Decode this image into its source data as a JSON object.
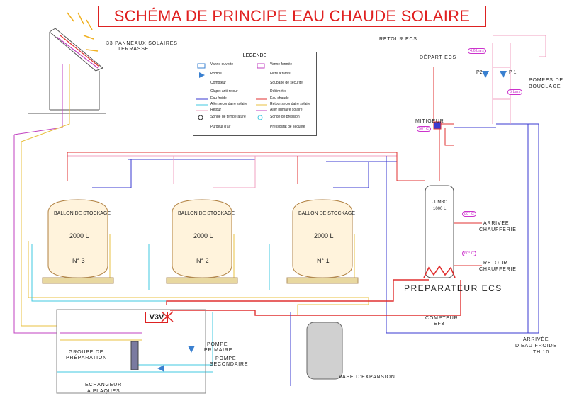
{
  "title": "SCHÉMA DE PRINCIPE EAU CHAUDE SOLAIRE",
  "labels": {
    "panels": "33 PANNEAUX SOLAIRES\nTERRASSE",
    "panels_l1": "33 PANNEAUX SOLAIRES",
    "panels_l2": "TERRASSE",
    "retour_ecs": "RETOUR ECS",
    "depart_ecs": "DÉPART ECS",
    "mitigeur": "MITIGEUR",
    "mitigeur_temp": "50° C",
    "pompes_bouclage_l1": "POMPES DE",
    "pompes_bouclage_l2": "BOUCLAGE",
    "p1": "P 1",
    "p2": "P2",
    "bars_46": "4.6 bars",
    "bars_5": "5 bars",
    "jumbo": "JUMBO",
    "jumbo_cap": "1000 L",
    "arrivee_chaufferie_l1": "ARRIVÉE",
    "arrivee_chaufferie_l2": "CHAUFFERIE",
    "retour_chaufferie_l1": "RETOUR",
    "retour_chaufferie_l2": "CHAUFFERIE",
    "temp_arrivee": "80° C",
    "temp_retour": "60° C",
    "preparateur": "PREPARATEUR ECS",
    "compteur_l1": "COMPTEUR",
    "compteur_l2": "EF3",
    "arrivee_eau_l1": "ARRIVÉE",
    "arrivee_eau_l2": "D'EAU FROIDE",
    "arrivee_eau_l3": "TH 10",
    "vase": "VASE D'EXPANSION",
    "v3v": "V3V",
    "groupe_l1": "GROUPE DE",
    "groupe_l2": "PRÉPARATION",
    "pompe_primaire_l1": "POMPE",
    "pompe_primaire_l2": "PRIMAIRE",
    "pompe_secondaire_l1": "POMPE",
    "pompe_secondaire_l2": "SECONDAIRE",
    "echangeur_l1": "ECHANGEUR",
    "echangeur_l2": "A PLAQUES"
  },
  "tanks": [
    {
      "label": "BALLON DE STOCKAGE",
      "capacity": "2000 L",
      "number": "N° 3"
    },
    {
      "label": "BALLON DE STOCKAGE",
      "capacity": "2000 L",
      "number": "N° 2"
    },
    {
      "label": "BALLON DE STOCKAGE",
      "capacity": "2000 L",
      "number": "N° 1"
    }
  ],
  "legend": {
    "title": "LEGENDE",
    "left": [
      "Vanne ouverte",
      "Pompe",
      "Compteur",
      "Clapet anti-retour",
      "Eau froide",
      "Aller secondaire solaire",
      "Retour",
      "Sonde de température",
      "Purgeur d'air"
    ],
    "right": [
      "Vanne fermée",
      "Filtre à tamis",
      "Soupape de sécurité",
      "Débimètre",
      "Eau chaude",
      "Retour secondaire solaire",
      "Aller primaire solaire",
      "Sonde de pression",
      "Pressostat de sécurité"
    ]
  },
  "colors": {
    "title": "#e02020",
    "eau_froide": "#3a3ad0",
    "eau_chaude": "#e03030",
    "retour": "#f0a0c0",
    "aller_secondaire": "#40c8e0",
    "retour_secondaire": "#e8c040",
    "aller_primaire": "#c040c0",
    "tank_fill": "#fff3dc"
  }
}
